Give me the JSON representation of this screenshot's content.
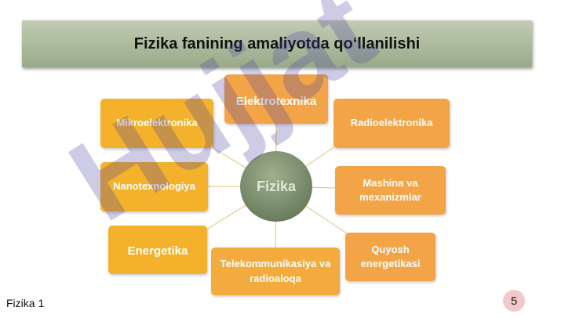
{
  "slide": {
    "title": "Fizika fanining amaliyotda qo‘llanilishi",
    "footer": "Fizika 1",
    "page_number": "5",
    "watermark": "Hujjat"
  },
  "diagram": {
    "center": "Fizika",
    "items": [
      "Elektrotexnika",
      "Mikroelektronika",
      "Radioelektronika",
      "Nanotexnologiya",
      "Mashina va mexanizmlar",
      "Energetika",
      "Telekommunikasiya va radioaloqa",
      "Quyosh energetikasi"
    ]
  },
  "colors": {
    "yellow": "#f3b12c",
    "orange": "#f2a447",
    "hub": "#7a8f6c",
    "title_bar": "#a8b898"
  }
}
